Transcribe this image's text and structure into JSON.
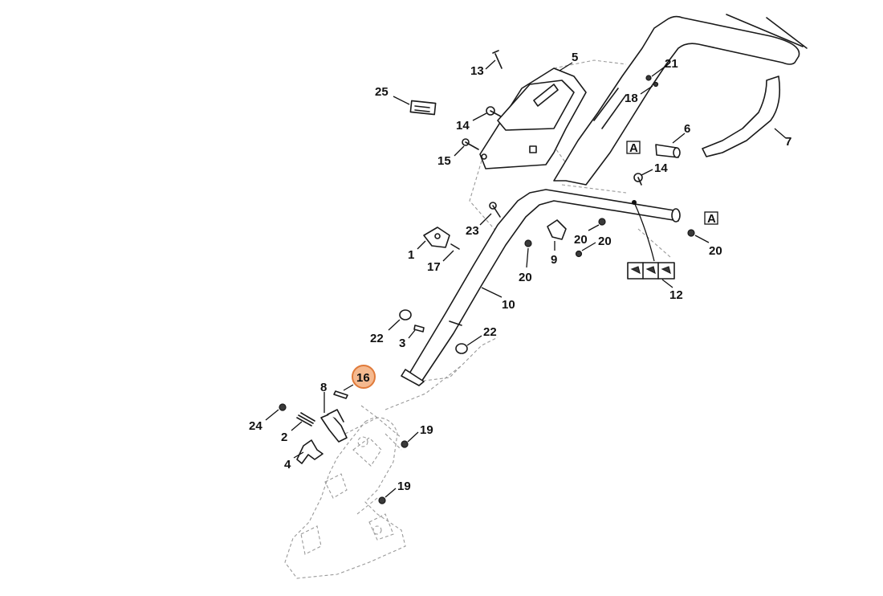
{
  "parts": {
    "p1": "1",
    "p2": "2",
    "p3": "3",
    "p4": "4",
    "p5": "5",
    "p6": "6",
    "p7": "7",
    "p8": "8",
    "p9": "9",
    "p10": "10",
    "p12": "12",
    "p13": "13",
    "p14a": "14",
    "p14b": "14",
    "p15": "15",
    "p16": "16",
    "p17": "17",
    "p18": "18",
    "p19a": "19",
    "p19b": "19",
    "p20a": "20",
    "p20b": "20",
    "p20c": "20",
    "p20d": "20",
    "p21": "21",
    "p22a": "22",
    "p22b": "22",
    "p23": "23",
    "p24": "24",
    "p25": "25"
  },
  "refs": {
    "a1": "A",
    "a2": "A"
  },
  "highlight": {
    "part": "16",
    "color": "#f5b98f"
  }
}
